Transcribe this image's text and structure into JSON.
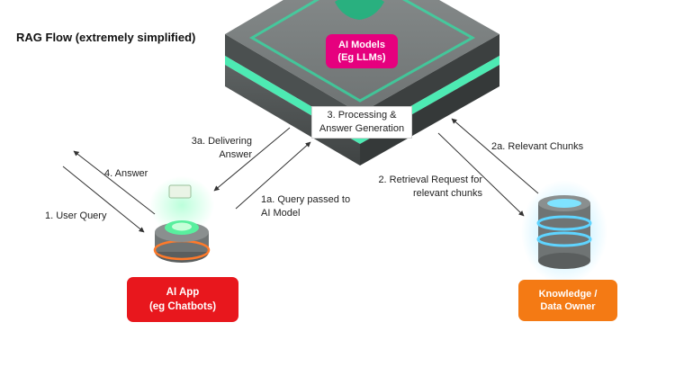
{
  "title": "RAG Flow (extremely simplified)",
  "nodes": {
    "ai_models": "AI Models\n(Eg LLMs)",
    "processing": "3. Processing &\nAnswer Generation",
    "ai_app": "AI App\n(eg Chatbots)",
    "knowledge": "Knowledge /\nData Owner"
  },
  "steps": {
    "user_query": "1. User Query",
    "answer": "4. Answer",
    "delivering": "3a. Delivering\nAnswer",
    "query_passed": "1a. Query passed to\nAI Model",
    "retrieval": "2. Retrieval Request for\nrelevant chunks",
    "relevant_chunks": "2a. Relevant Chunks"
  },
  "colors": {
    "ai_app": "#e8171d",
    "ai_models": "#e6007e",
    "knowledge": "#f47a14",
    "glow_green": "#2ee6a6",
    "glow_blue": "#5fd4ff"
  }
}
